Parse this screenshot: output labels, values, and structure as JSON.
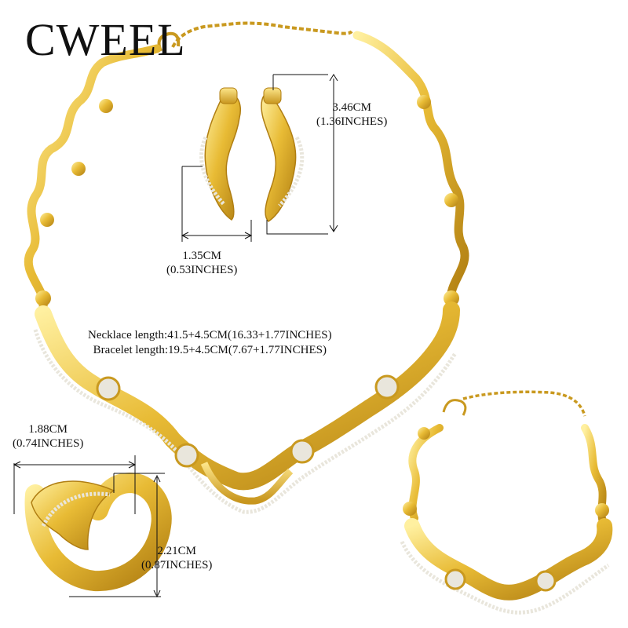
{
  "brand": {
    "name": "CWEEL"
  },
  "earrings": {
    "height_cm": "3.46CM",
    "height_in": "(1.36INCHES)",
    "width_cm": "1.35CM",
    "width_in": "(0.53INCHES)"
  },
  "necklace_spec": {
    "necklace_length": "Necklace length:41.5+4.5CM(16.33+1.77INCHES)",
    "bracelet_length": "Bracelet length:19.5+4.5CM(7.67+1.77INCHES)"
  },
  "ring": {
    "width_cm": "1.88CM",
    "width_in": "(0.74INCHES)",
    "height_cm": "2.21CM",
    "height_in": "(0.87INCHES)"
  },
  "colors": {
    "gold": "#e2b83a",
    "gold_dark": "#b8891a",
    "gold_light": "#fbe27a",
    "rhinestone": "#e9e6dc"
  }
}
